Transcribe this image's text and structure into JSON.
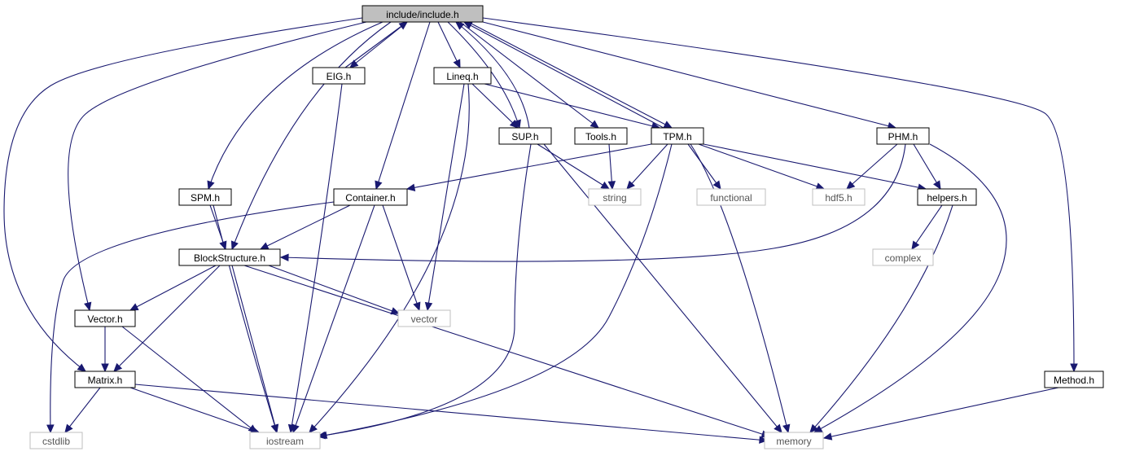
{
  "graph": {
    "colors": {
      "edge": "#191970",
      "focus_fill": "#bfbfbf",
      "system_border": "#bfbfbf"
    },
    "nodes": [
      {
        "id": "include",
        "label": "include/include.h",
        "kind": "focus"
      },
      {
        "id": "eig",
        "label": "EIG.h",
        "kind": "file"
      },
      {
        "id": "lineq",
        "label": "Lineq.h",
        "kind": "file"
      },
      {
        "id": "sup",
        "label": "SUP.h",
        "kind": "file"
      },
      {
        "id": "tools",
        "label": "Tools.h",
        "kind": "file"
      },
      {
        "id": "tpm",
        "label": "TPM.h",
        "kind": "file"
      },
      {
        "id": "phm",
        "label": "PHM.h",
        "kind": "file"
      },
      {
        "id": "spm",
        "label": "SPM.h",
        "kind": "file"
      },
      {
        "id": "container",
        "label": "Container.h",
        "kind": "file"
      },
      {
        "id": "string",
        "label": "string",
        "kind": "system"
      },
      {
        "id": "functional",
        "label": "functional",
        "kind": "system"
      },
      {
        "id": "hdf5",
        "label": "hdf5.h",
        "kind": "system"
      },
      {
        "id": "helpers",
        "label": "helpers.h",
        "kind": "file"
      },
      {
        "id": "blockstructure",
        "label": "BlockStructure.h",
        "kind": "file"
      },
      {
        "id": "complex",
        "label": "complex",
        "kind": "system"
      },
      {
        "id": "vector_h",
        "label": "Vector.h",
        "kind": "file"
      },
      {
        "id": "vector",
        "label": "vector",
        "kind": "system"
      },
      {
        "id": "matrix",
        "label": "Matrix.h",
        "kind": "file"
      },
      {
        "id": "method",
        "label": "Method.h",
        "kind": "file"
      },
      {
        "id": "cstdlib",
        "label": "cstdlib",
        "kind": "system"
      },
      {
        "id": "iostream",
        "label": "iostream",
        "kind": "system"
      },
      {
        "id": "memory",
        "label": "memory",
        "kind": "system"
      }
    ],
    "edges": [
      [
        "include",
        "eig"
      ],
      [
        "eig",
        "include"
      ],
      [
        "include",
        "lineq"
      ],
      [
        "include",
        "sup"
      ],
      [
        "sup",
        "include"
      ],
      [
        "include",
        "tools"
      ],
      [
        "include",
        "tpm"
      ],
      [
        "tpm",
        "include"
      ],
      [
        "include",
        "phm"
      ],
      [
        "include",
        "spm"
      ],
      [
        "include",
        "container"
      ],
      [
        "include",
        "blockstructure"
      ],
      [
        "include",
        "vector_h"
      ],
      [
        "include",
        "matrix"
      ],
      [
        "include",
        "method"
      ],
      [
        "eig",
        "iostream"
      ],
      [
        "lineq",
        "sup"
      ],
      [
        "lineq",
        "tpm"
      ],
      [
        "lineq",
        "vector"
      ],
      [
        "lineq",
        "iostream"
      ],
      [
        "sup",
        "string"
      ],
      [
        "sup",
        "iostream"
      ],
      [
        "sup",
        "memory"
      ],
      [
        "tools",
        "string"
      ],
      [
        "tpm",
        "container"
      ],
      [
        "tpm",
        "string"
      ],
      [
        "tpm",
        "functional"
      ],
      [
        "tpm",
        "hdf5"
      ],
      [
        "tpm",
        "helpers"
      ],
      [
        "tpm",
        "memory"
      ],
      [
        "tpm",
        "iostream"
      ],
      [
        "phm",
        "hdf5"
      ],
      [
        "phm",
        "helpers"
      ],
      [
        "phm",
        "blockstructure"
      ],
      [
        "phm",
        "memory"
      ],
      [
        "spm",
        "blockstructure"
      ],
      [
        "spm",
        "iostream"
      ],
      [
        "container",
        "blockstructure"
      ],
      [
        "container",
        "vector"
      ],
      [
        "container",
        "iostream"
      ],
      [
        "container",
        "cstdlib"
      ],
      [
        "helpers",
        "complex"
      ],
      [
        "helpers",
        "memory"
      ],
      [
        "blockstructure",
        "vector_h"
      ],
      [
        "blockstructure",
        "matrix"
      ],
      [
        "blockstructure",
        "vector"
      ],
      [
        "blockstructure",
        "iostream"
      ],
      [
        "blockstructure",
        "memory"
      ],
      [
        "vector_h",
        "matrix"
      ],
      [
        "vector_h",
        "iostream"
      ],
      [
        "matrix",
        "cstdlib"
      ],
      [
        "matrix",
        "iostream"
      ],
      [
        "matrix",
        "memory"
      ],
      [
        "method",
        "memory"
      ]
    ]
  }
}
